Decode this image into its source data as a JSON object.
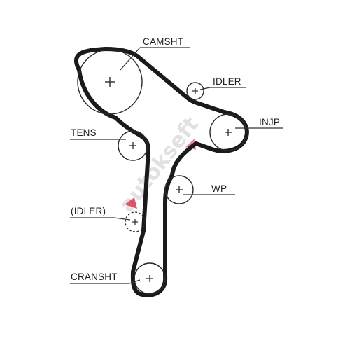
{
  "labels": {
    "camsht": "CAMSHT",
    "idler": "IDLER",
    "injp": "INJP",
    "tens": "TENS",
    "wp": "WP",
    "idler_optional": "(IDLER)",
    "cranksht": "CRANSHT"
  },
  "watermark": "autokseft",
  "colors": {
    "belt": "#1a1a1a",
    "line": "#333333",
    "watermark_text": "#c9c9c9",
    "watermark_accent": "#d8233a"
  }
}
